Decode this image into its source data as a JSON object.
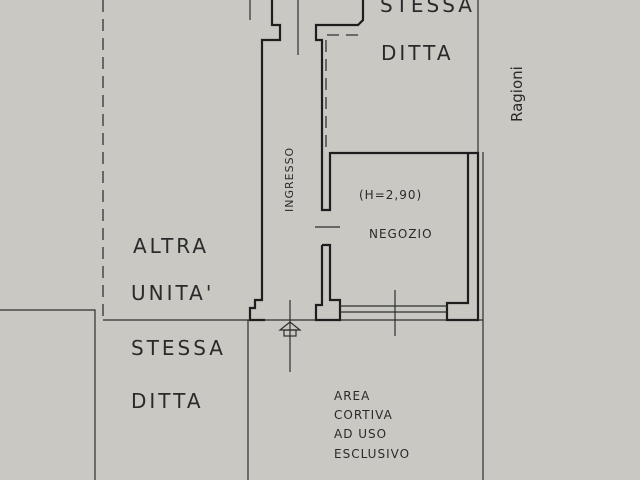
{
  "plan": {
    "top_label_1": "STESSA",
    "top_label_2": "DITTA",
    "street_label": "Ragioni",
    "corridor_label": "INGRESSO",
    "height_label": "(H=2,90)",
    "room_label": "NEGOZIO",
    "left_label_1": "ALTRA",
    "left_label_2": "UNITA'",
    "bottom_left_label_1": "STESSA",
    "bottom_left_label_2": "DITTA",
    "yard_label": [
      "AREA",
      "CORTIVA",
      "AD USO",
      "ESCLUSIVO"
    ]
  }
}
